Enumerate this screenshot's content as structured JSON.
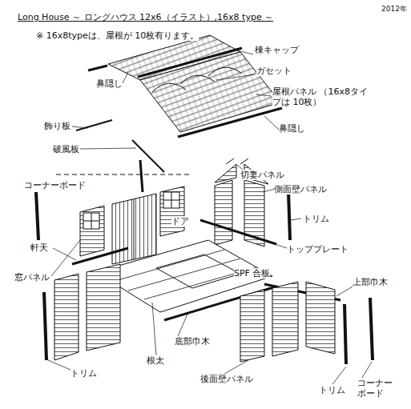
{
  "diagram": {
    "title": "Long House ～ ロングハウス 12x6（イラスト）,16x8 type ～",
    "labels": [
      "2012年",
      "※ 16x8typeは、屋根が 10枚有ります。",
      "棟キャップ",
      "ガセット",
      "鼻隠し",
      "屋根パネル （16x8タイプは 10枚）",
      "飾り板",
      "鼻隠し",
      "破風板",
      "切妻パネル",
      "コーナーボード",
      "側面壁パネル",
      "トリム",
      "ドア",
      "軒天",
      "トッププレート",
      "SPF 合板",
      "窓パネル",
      "上部巾木",
      "底部巾木",
      "根太",
      "トリム",
      "後面壁パネル",
      "コーナー ボード",
      "トリム"
    ]
  }
}
